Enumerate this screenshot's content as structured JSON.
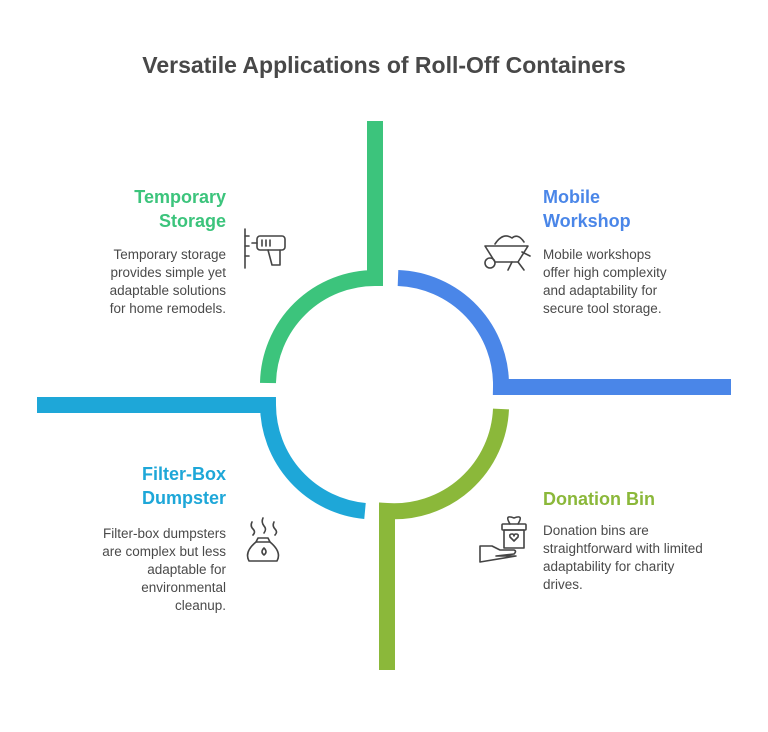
{
  "title": "Versatile Applications of Roll-Off Containers",
  "colors": {
    "temporary_storage": "#3cc47c",
    "mobile_workshop": "#4a86e8",
    "donation_bin": "#8bb83a",
    "filter_box": "#1ea7d8",
    "text": "#4a4a4a",
    "title": "#484848",
    "icon_stroke": "#444444"
  },
  "quadrants": {
    "temporary_storage": {
      "title_line1": "Temporary",
      "title_line2": "Storage",
      "desc_lines": [
        "Temporary storage",
        "provides simple yet",
        "adaptable solutions",
        "for home remodels."
      ],
      "icon": "drill-icon"
    },
    "mobile_workshop": {
      "title_line1": "Mobile",
      "title_line2": "Workshop",
      "desc_lines": [
        "Mobile workshops",
        "offer high complexity",
        "and adaptability for",
        "secure tool storage."
      ],
      "icon": "wheelbarrow-icon"
    },
    "filter_box": {
      "title_line1": "Filter-Box",
      "title_line2": "Dumpster",
      "desc_lines": [
        "Filter-box dumpsters",
        "are complex but less",
        "adaptable for",
        "environmental",
        "cleanup."
      ],
      "icon": "garbage-bag-icon"
    },
    "donation_bin": {
      "title_line1": "Donation Bin",
      "desc_lines": [
        "Donation bins are",
        "straightforward with limited",
        "adaptability for charity",
        "drives."
      ],
      "icon": "gift-donation-icon"
    }
  }
}
